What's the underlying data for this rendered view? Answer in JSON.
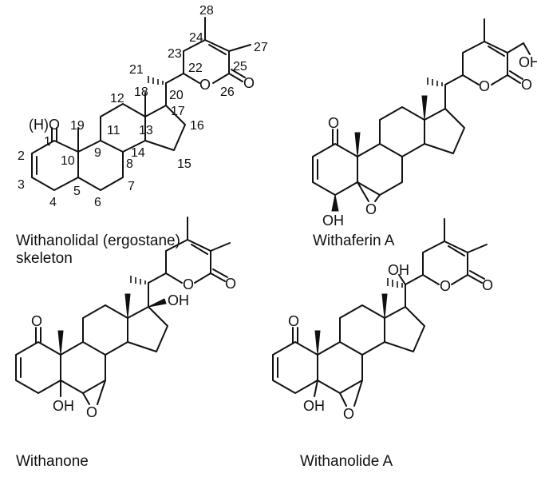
{
  "molecules": [
    {
      "id": "skeleton",
      "caption_line1": "Withanolidal (ergostane)",
      "caption_line2": "skeleton",
      "atoms": {
        "c1_oxygen": "(H)O",
        "ring_oxygen": "O",
        "carbonyl_oxygen": "O"
      },
      "carbon_numbers": [
        "1",
        "2",
        "3",
        "4",
        "5",
        "6",
        "7",
        "8",
        "9",
        "10",
        "11",
        "12",
        "13",
        "14",
        "15",
        "16",
        "17",
        "18",
        "19",
        "20",
        "21",
        "22",
        "23",
        "24",
        "25",
        "26",
        "27",
        "28"
      ]
    },
    {
      "id": "withaferin-a",
      "caption": "Withaferin A",
      "atoms": {
        "c1_oxygen": "O",
        "hydroxyl_4": "OH",
        "epoxide_oxygen": "O",
        "ring_oxygen": "O",
        "carbonyl_oxygen": "O",
        "side_chain_oh": "OH"
      }
    },
    {
      "id": "withanone",
      "caption": "Withanone",
      "atoms": {
        "c1_oxygen": "O",
        "hydroxyl_5": "OH",
        "epoxide_oxygen": "O",
        "hydroxyl_17": "OH",
        "ring_oxygen": "O",
        "carbonyl_oxygen": "O"
      }
    },
    {
      "id": "withanolide-a",
      "caption": "Withanolide A",
      "atoms": {
        "c1_oxygen": "O",
        "hydroxyl_5": "OH",
        "epoxide_oxygen": "O",
        "hydroxyl_20": "OH",
        "ring_oxygen": "O",
        "carbonyl_oxygen": "O"
      }
    }
  ]
}
